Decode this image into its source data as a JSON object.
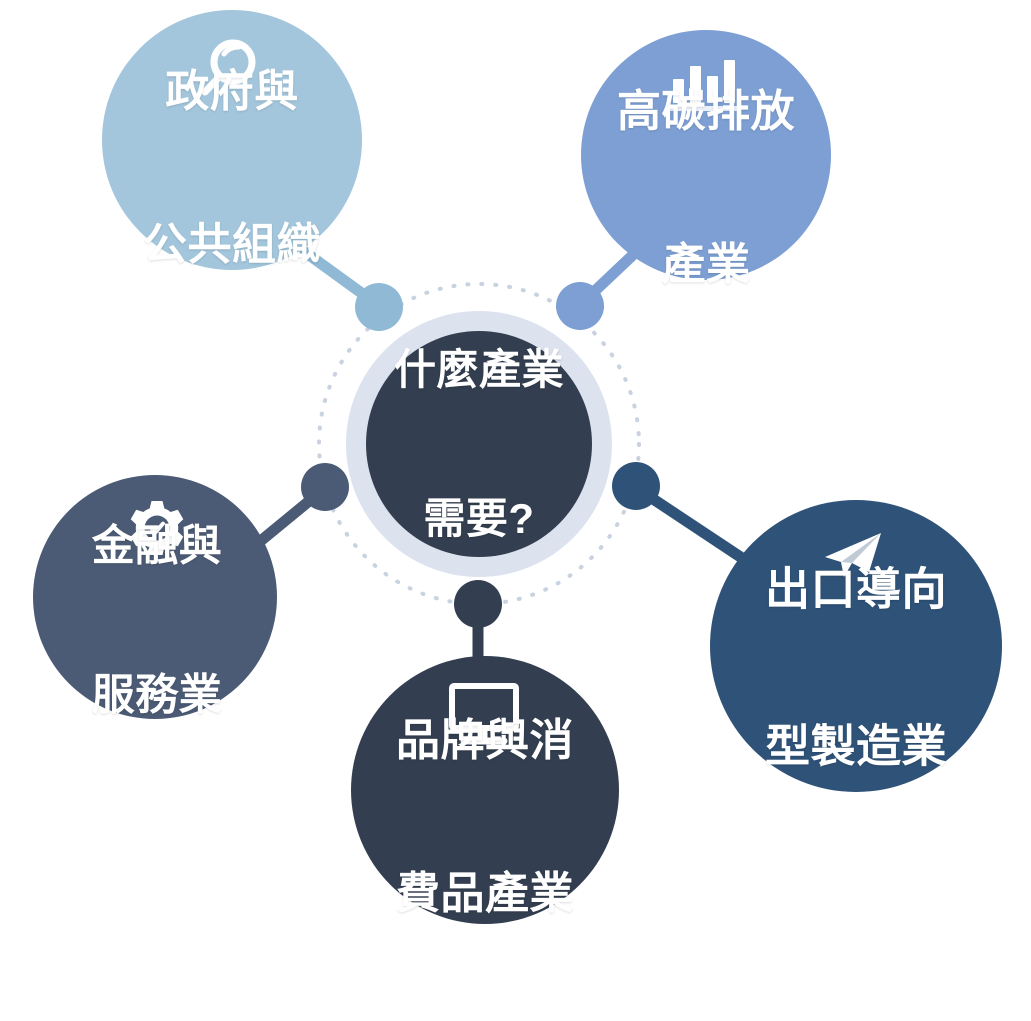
{
  "diagram": {
    "type": "hub-and-spoke",
    "background_color": "#FFFFFF",
    "hub": {
      "label_line1": "什麼產業",
      "label_line2": "需要?",
      "fill_color": "#333F50",
      "ring_color": "#DCE3EF",
      "dotted_ring_color": "#C9D2E0",
      "text_color": "#FFFFFF"
    },
    "nodes": [
      {
        "id": "government-public-organizations",
        "label_line1": "政府與",
        "label_line2": "公共組織",
        "icon": "search-icon",
        "fill_color": "#A3C6DC",
        "connector_color": "#8FB9D4",
        "text_color": "#FFFFFF",
        "position": "top-left"
      },
      {
        "id": "high-carbon-emission-industries",
        "label_line1": "高碳排放",
        "label_line2": "產業",
        "icon": "bar-chart-icon",
        "fill_color": "#7D9FD3",
        "connector_color": "#7D9FD3",
        "text_color": "#FFFFFF",
        "position": "top-right"
      },
      {
        "id": "finance-and-services",
        "label_line1": "金融與",
        "label_line2": "服務業",
        "icon": "gear-check-icon",
        "fill_color": "#4C5B75",
        "connector_color": "#4C5B75",
        "text_color": "#FFFFFF",
        "position": "left"
      },
      {
        "id": "export-oriented-manufacturing",
        "label_line1": "出口導向",
        "label_line2": "型製造業",
        "icon": "paper-plane-icon",
        "fill_color": "#2F5278",
        "connector_color": "#2F5278",
        "text_color": "#FFFFFF",
        "position": "right"
      },
      {
        "id": "brand-and-consumer-goods",
        "label_line1": "品牌與消",
        "label_line2": "費品產業",
        "icon": "monitor-icon",
        "fill_color": "#333F50",
        "connector_color": "#333F50",
        "text_color": "#FFFFFF",
        "position": "bottom"
      }
    ]
  }
}
